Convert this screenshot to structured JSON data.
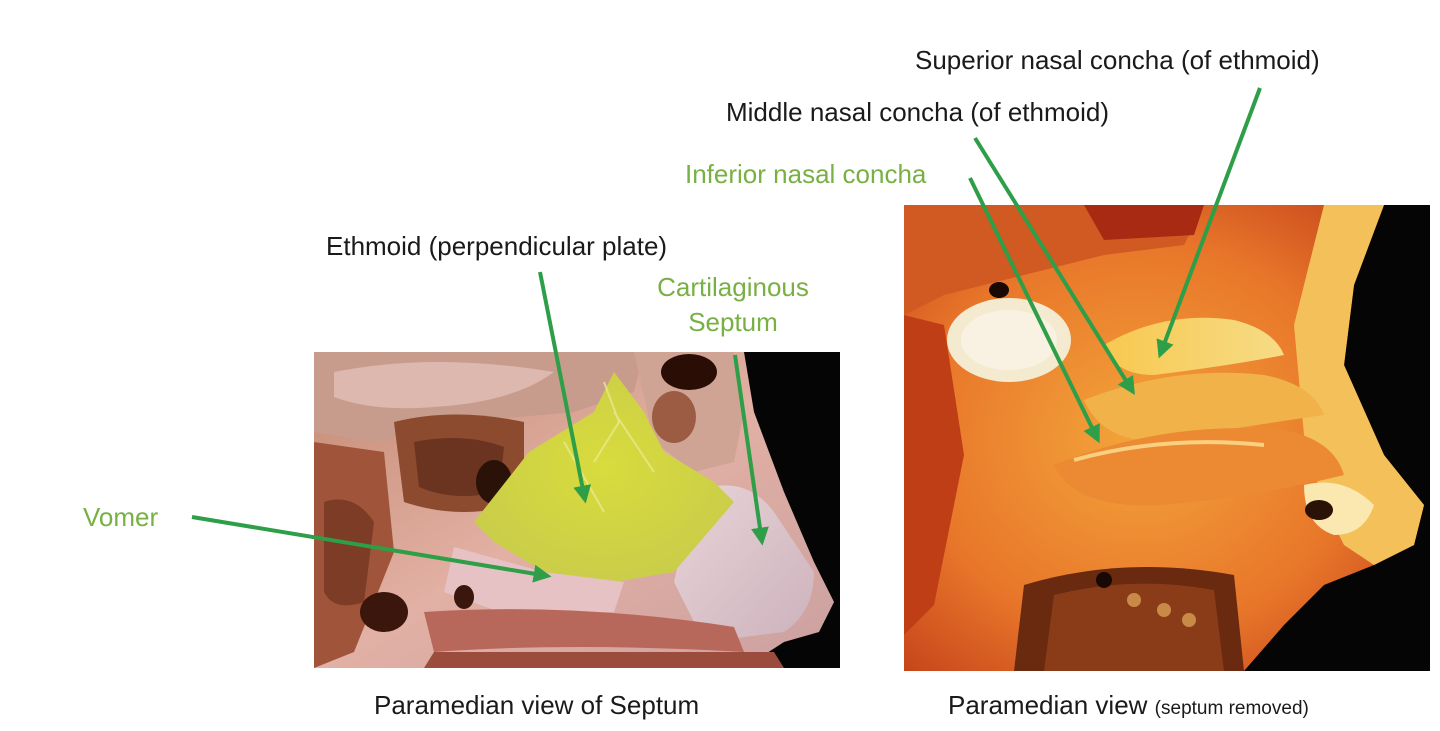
{
  "labels": {
    "superior_nasal_concha": "Superior nasal concha (of ethmoid)",
    "middle_nasal_concha": "Middle nasal concha (of ethmoid)",
    "inferior_nasal_concha": "Inferior nasal concha",
    "ethmoid_perpendicular_plate": "Ethmoid (perpendicular plate)",
    "cartilaginous_line1": "Cartilaginous",
    "cartilaginous_line2": "Septum",
    "vomer": "Vomer"
  },
  "captions": {
    "left": "Paramedian view of Septum",
    "right_main": "Paramedian view",
    "right_note": "(septum removed)"
  },
  "colors": {
    "arrow": "#2e9e48",
    "green_label": "#78b044",
    "black_label": "#1a1a1a",
    "photo_background": "#050505"
  }
}
